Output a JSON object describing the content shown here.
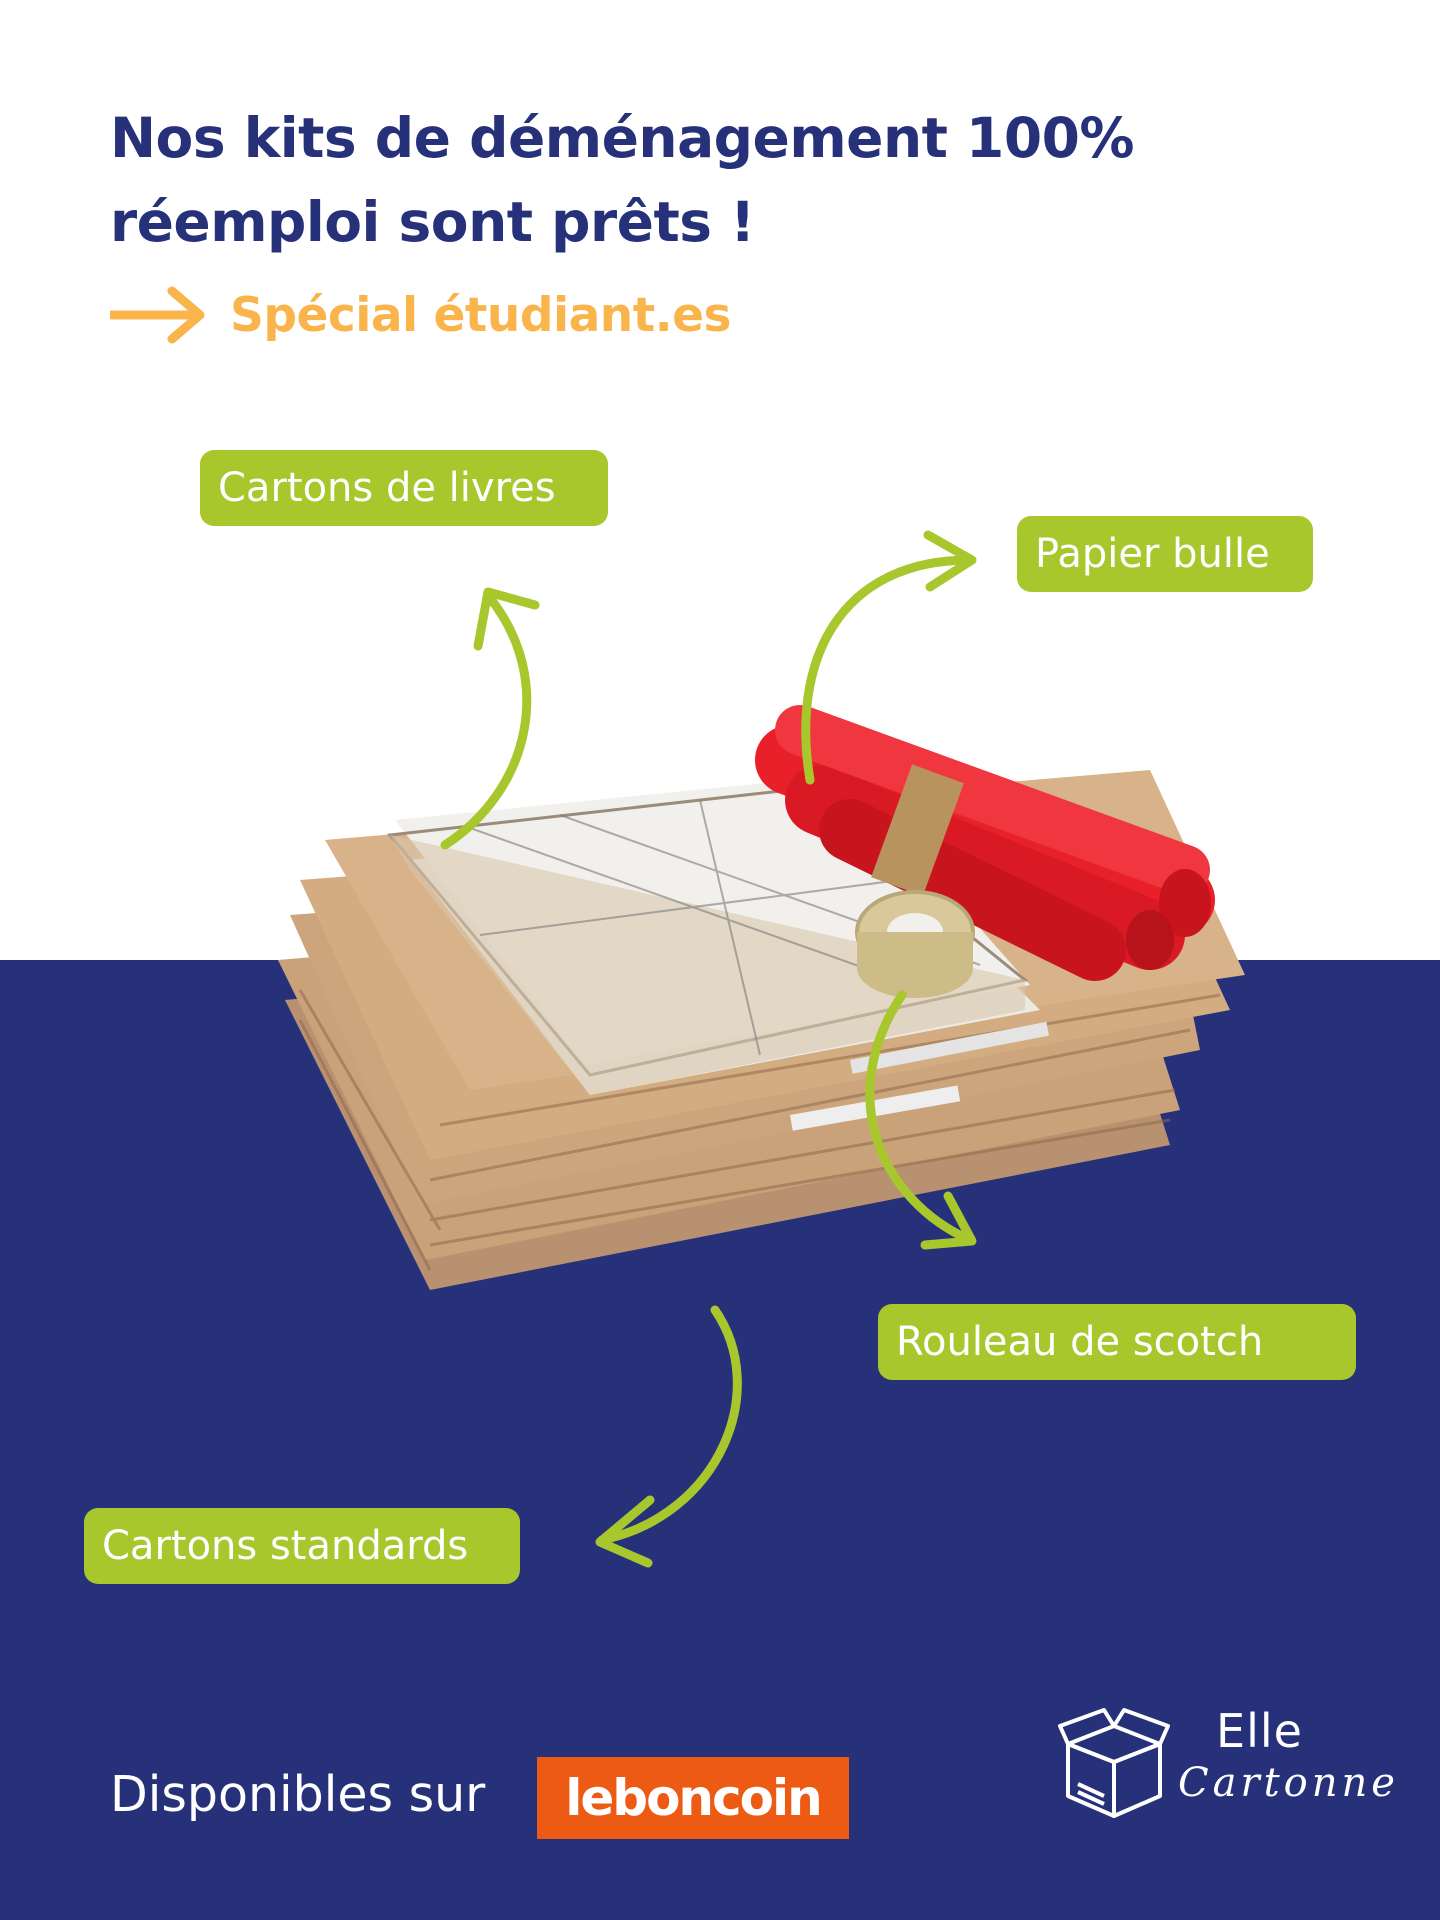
{
  "header": {
    "headline_line1": "Nos kits de déménagement 100%",
    "headline_line2": "réemploi sont prêts !",
    "subtitle": "Spécial étudiant.es",
    "subtitle_arrow_icon": "arrow-right-icon"
  },
  "labels": {
    "books": "Cartons de livres",
    "bubble": "Papier bulle",
    "tape": "Rouleau de scotch",
    "standard": "Cartons standards"
  },
  "footer": {
    "available_on": "Disponibles sur",
    "marketplace": "leboncoin"
  },
  "brand": {
    "name_line1": "Elle",
    "name_line2": "Cartonne",
    "icon": "open-box-icon"
  },
  "colors": {
    "navy": "#26317a",
    "orange": "#f9b54c",
    "green": "#a7c72c",
    "leboncoin_orange": "#ec5a13",
    "bubble_red": "#e8202a"
  }
}
